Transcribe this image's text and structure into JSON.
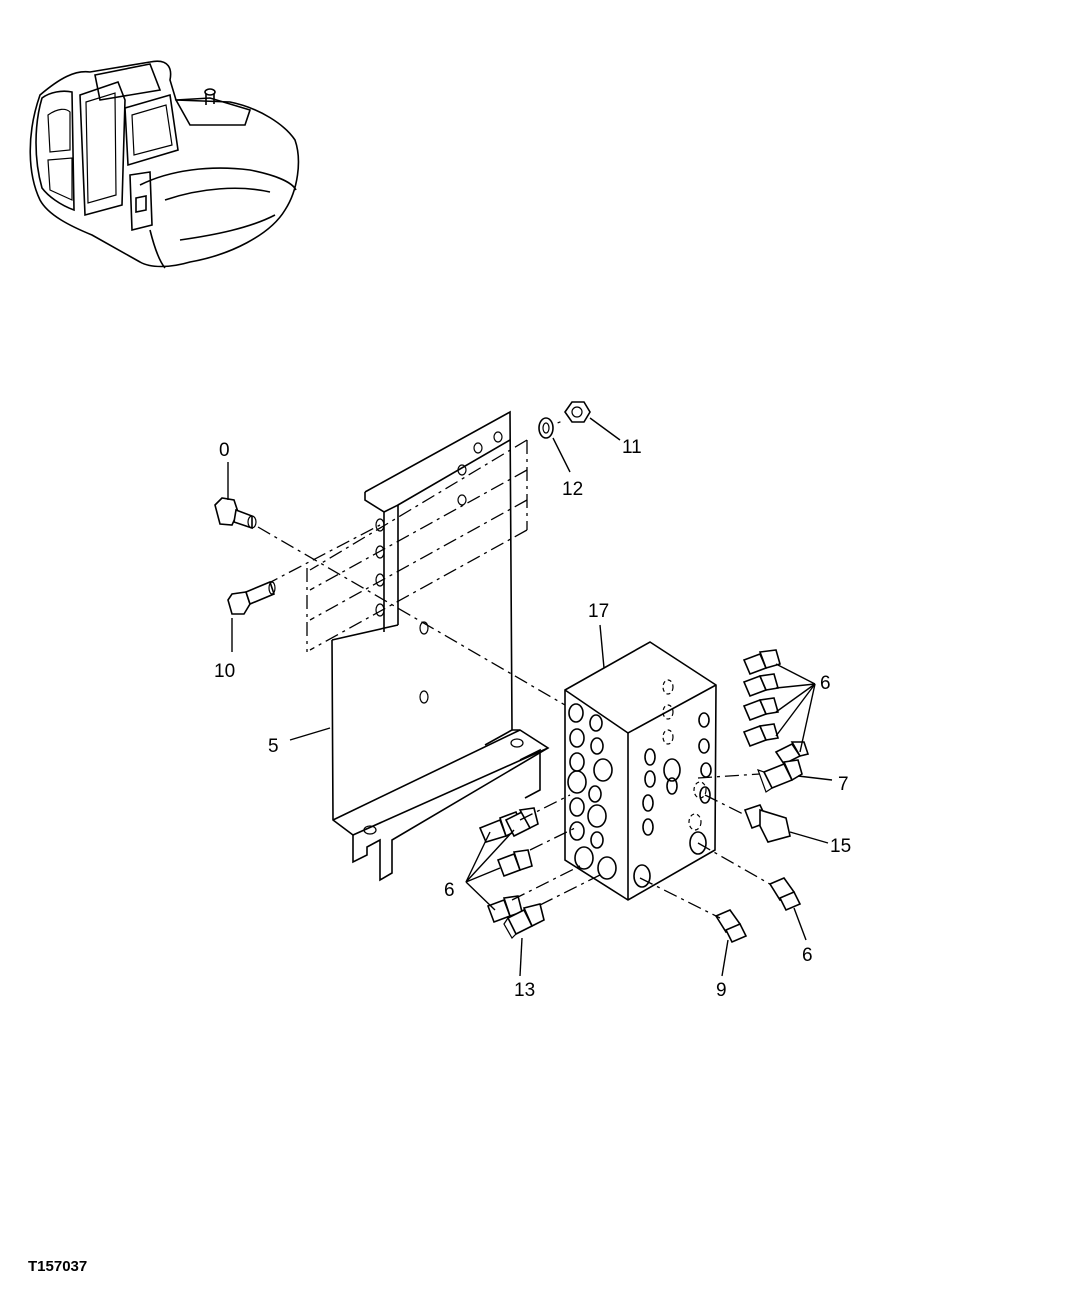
{
  "figure_id": "T157037",
  "callouts": [
    {
      "id": "c0",
      "label": "0"
    },
    {
      "id": "c11",
      "label": "11"
    },
    {
      "id": "c12",
      "label": "12"
    },
    {
      "id": "c10",
      "label": "10"
    },
    {
      "id": "c17",
      "label": "17"
    },
    {
      "id": "c5",
      "label": "5"
    },
    {
      "id": "c6a",
      "label": "6"
    },
    {
      "id": "c7",
      "label": "7"
    },
    {
      "id": "c15",
      "label": "15"
    },
    {
      "id": "c6b",
      "label": "6"
    },
    {
      "id": "c6c",
      "label": "6"
    },
    {
      "id": "c13",
      "label": "13"
    },
    {
      "id": "c9",
      "label": "9"
    }
  ]
}
